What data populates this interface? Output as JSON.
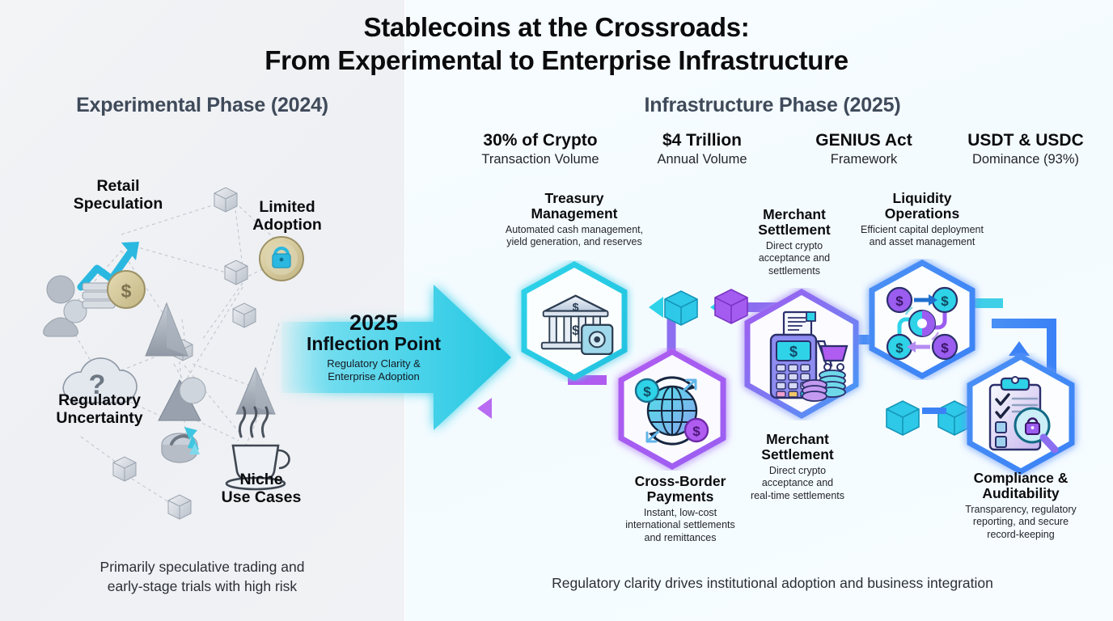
{
  "title": {
    "line1": "Stablecoins at the Crossroads:",
    "line2": "From Experimental to Enterprise Infrastructure"
  },
  "left_panel": {
    "heading": "Experimental Phase (2024)",
    "caption_line1": "Primarily speculative trading and",
    "caption_line2": "early-stage trials with high risk",
    "items": [
      {
        "label_line1": "Retail",
        "label_line2": "Speculation",
        "icon": "chart-up-coin-icon"
      },
      {
        "label_line1": "Limited",
        "label_line2": "Adoption",
        "icon": "lock-coin-icon"
      },
      {
        "label_line1": "Regulatory",
        "label_line2": "Uncertainty",
        "icon": "cloud-question-icon"
      },
      {
        "label_line1": "Niche",
        "label_line2": "Use Cases",
        "icon": "coffee-cup-icon"
      }
    ]
  },
  "inflection": {
    "year": "2025",
    "title": "Inflection Point",
    "sub_line1": "Regulatory Clarity &",
    "sub_line2": "Enterprise Adoption",
    "color": "#3fd0e8"
  },
  "right_panel": {
    "heading": "Infrastructure Phase (2025)",
    "caption": "Regulatory clarity drives institutional adoption and business integration",
    "stats": [
      {
        "value": "30% of Crypto",
        "label": "Transaction Volume"
      },
      {
        "value": "$4 Trillion",
        "label": "Annual Volume"
      },
      {
        "value": "GENIUS Act",
        "label": "Framework"
      },
      {
        "value": "USDT & USDC",
        "label": "Dominance (93%)"
      }
    ],
    "nodes": [
      {
        "title_line1": "Treasury",
        "title_line2": "Management",
        "desc_line1": "Automated cash management,",
        "desc_line2": "yield generation, and reserves",
        "desc_line3": "",
        "icon": "bank-safe-icon",
        "color": "#2ed3e8"
      },
      {
        "title_line1": "Merchant",
        "title_line2": "Settlement",
        "desc_line1": "Direct crypto",
        "desc_line2": "acceptance and",
        "desc_line3": "settlements",
        "icon": "pos-terminal-icon",
        "color": "#8b6ff0"
      },
      {
        "title_line1": "Liquidity",
        "title_line2": "Operations",
        "desc_line1": "Efficient capital deployment",
        "desc_line2": "and asset management",
        "desc_line3": "",
        "icon": "coin-circulation-icon",
        "color": "#3b82f6"
      },
      {
        "title_line1": "Cross-Border",
        "title_line2": "Payments",
        "desc_line1": "Instant, low-cost",
        "desc_line2": "international settlements",
        "desc_line3": "and remittances",
        "icon": "globe-coins-icon",
        "color": "#b05cf0"
      },
      {
        "title_line1": "Merchant",
        "title_line2": "Settlement",
        "desc_line1": "Direct crypto",
        "desc_line2": "acceptance and",
        "desc_line3": "real-time settlements",
        "icon": "pos-terminal-icon",
        "color": "#8b6ff0"
      },
      {
        "title_line1": "Compliance &",
        "title_line2": "Auditability",
        "desc_line1": "Transparency, regulatory",
        "desc_line2": "reporting, and secure",
        "desc_line3": "record-keeping",
        "icon": "clipboard-lock-magnifier-icon",
        "color": "#3b82f6"
      }
    ]
  }
}
